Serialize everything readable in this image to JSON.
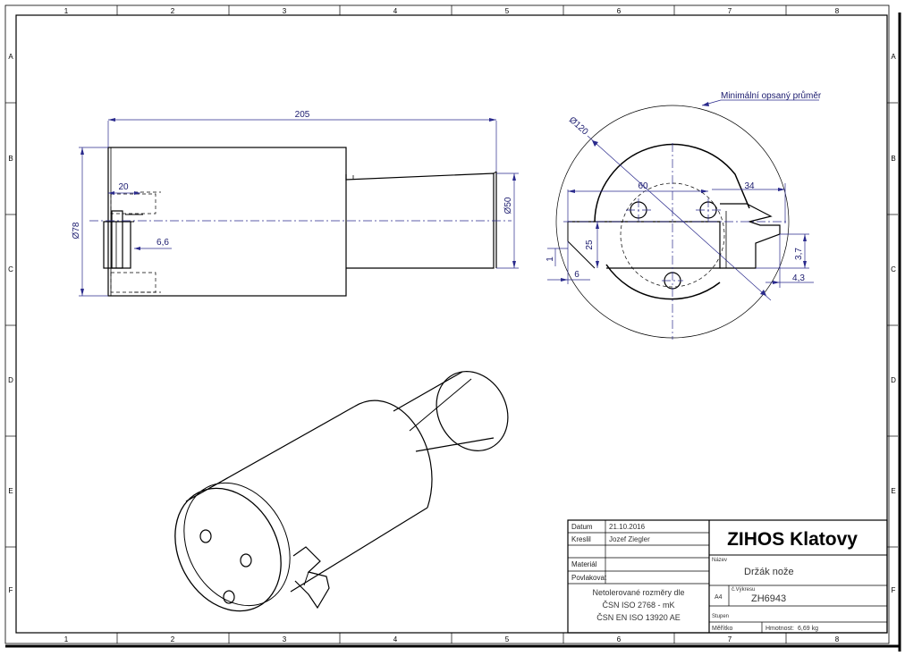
{
  "frame": {
    "columns": [
      "1",
      "2",
      "3",
      "4",
      "5",
      "6",
      "7",
      "8"
    ],
    "rows": [
      "A",
      "B",
      "C",
      "D",
      "E",
      "F"
    ]
  },
  "dimensions": {
    "length": "205",
    "diameter_left": "Ø78",
    "d20": "20",
    "d66": "6,6",
    "d50": "Ø50",
    "d120": "Ø120",
    "d60": "60",
    "d34": "34",
    "d25": "25",
    "d6": "6",
    "d37": "3,7",
    "d43": "4,3",
    "small_angle": "1"
  },
  "annotation": "Minimální opsaný průměr",
  "title_block": {
    "company": "ZIHOS Klatovy",
    "date_label": "Datum",
    "date_value": "21.10.2016",
    "drawn_label": "Kreslil",
    "drawn_value": "Jozef Ziegler",
    "material_label": "Materiál",
    "surface_label": "Povlakovat",
    "tolerance_text": [
      "Netolerované rozměry dle",
      "ČSN ISO 2768 - mK",
      "ČSN EN ISO 13920 AE"
    ],
    "name_label": "Název",
    "name_value": "Držák nože",
    "format": "A4",
    "drawing_no_label": "č.Výkresu",
    "drawing_no_value": "ZH6943",
    "sheet_label": "Stupen",
    "scale_label": "Měřítko",
    "mass_label": "Hmotnost:",
    "mass_value": "6,69 kg"
  }
}
